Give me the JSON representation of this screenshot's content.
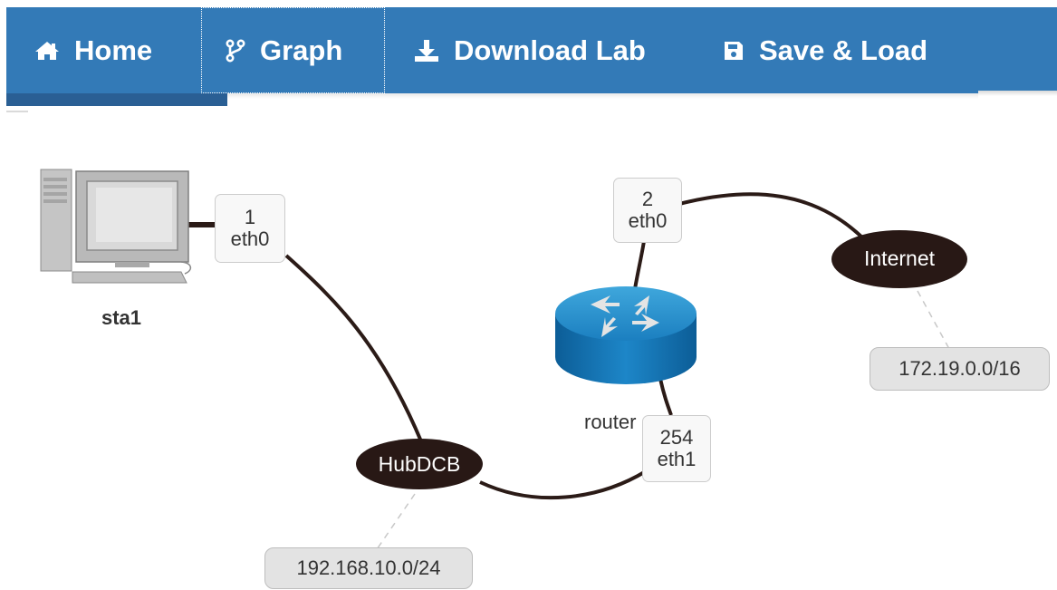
{
  "nav": {
    "items": [
      {
        "label": "Home",
        "icon": "home-icon"
      },
      {
        "label": "Graph",
        "icon": "branch-icon",
        "active": true
      },
      {
        "label": "Download Lab",
        "icon": "download-icon"
      },
      {
        "label": "Save & Load",
        "icon": "floppy-disk-icon"
      }
    ],
    "color": "#337ab7"
  },
  "graph": {
    "nodes": {
      "sta1": {
        "label": "sta1",
        "icon": "desktop-computer-icon"
      },
      "router": {
        "label": "router",
        "icon": "router-icon"
      },
      "hub": {
        "label": "HubDCB"
      },
      "internet": {
        "label": "Internet"
      }
    },
    "interfaces": {
      "sta1_eth0": {
        "host": "1",
        "name": "eth0"
      },
      "router_eth0": {
        "host": "2",
        "name": "eth0"
      },
      "router_eth1": {
        "host": "254",
        "name": "eth1"
      }
    },
    "subnets": {
      "hub": "192.168.10.0/24",
      "internet": "172.19.0.0/16"
    },
    "link_color": "#2b1b17",
    "switch_color": "#281815"
  }
}
